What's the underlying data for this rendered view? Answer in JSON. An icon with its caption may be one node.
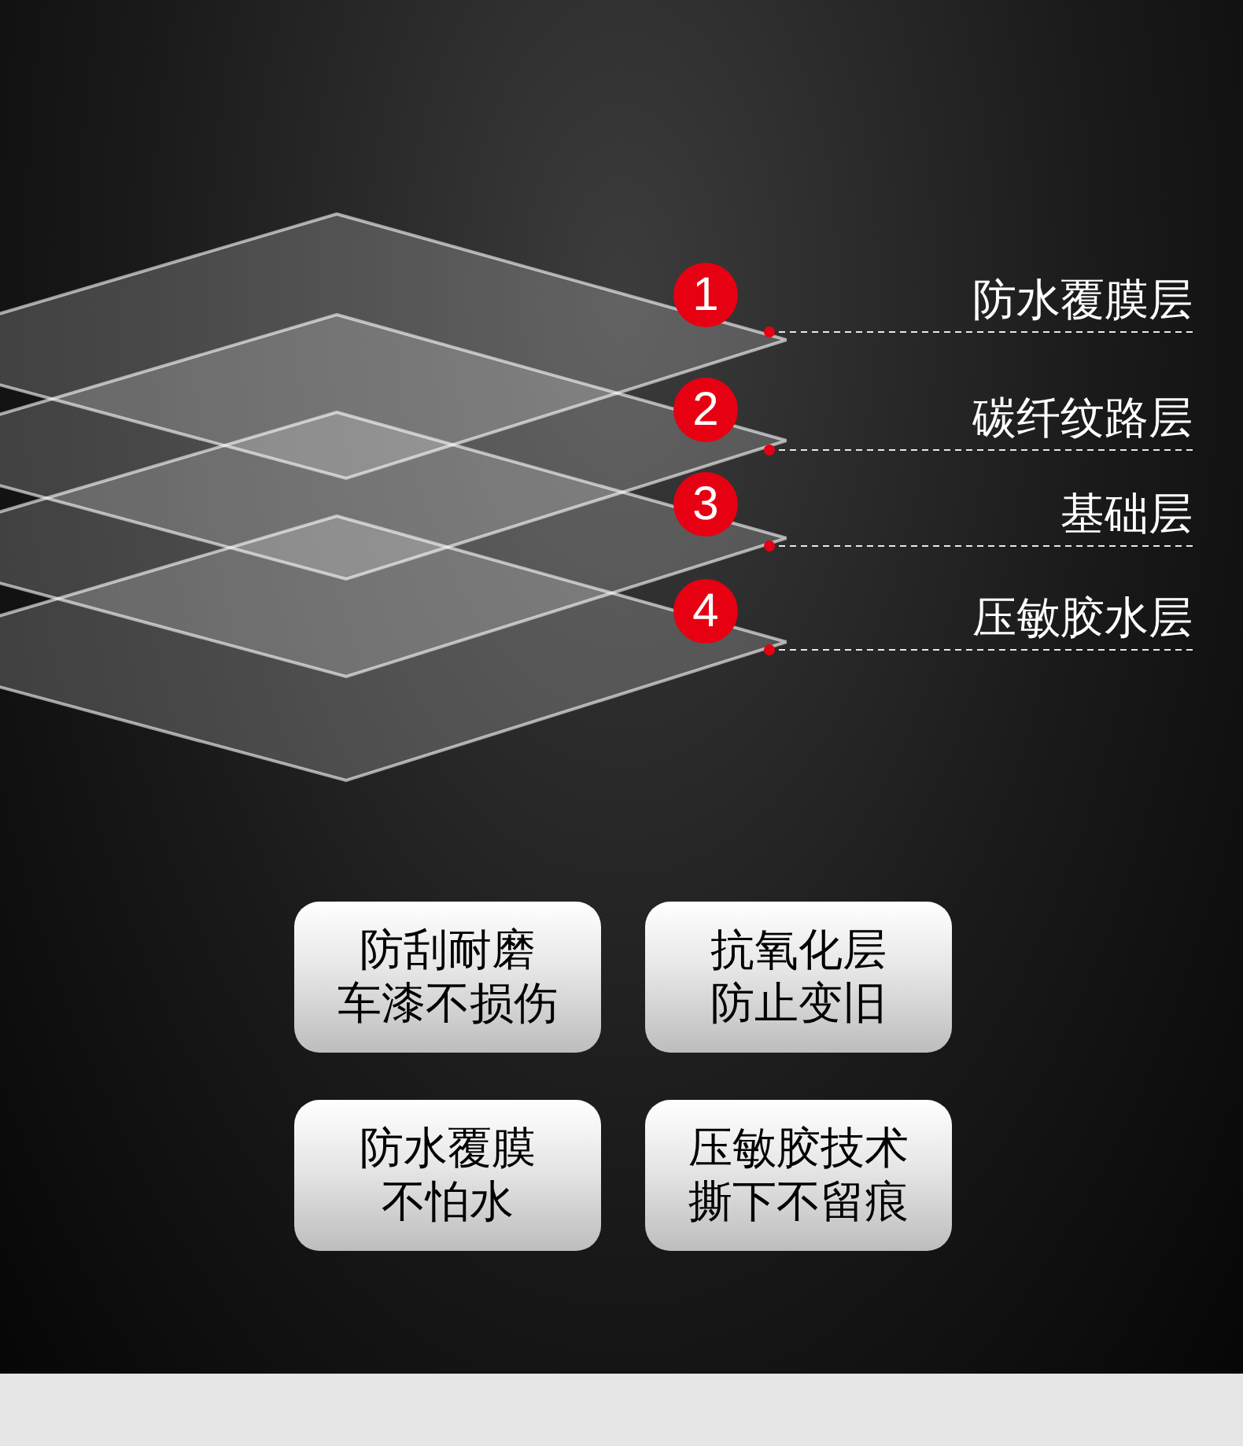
{
  "diagram": {
    "nodes": [
      {
        "text": [],
        "shape": "diamond"
      },
      {
        "text": [],
        "shape": "diamond"
      },
      {
        "text": [],
        "shape": "diamond"
      },
      {
        "text": [],
        "shape": "diamond"
      },
      {
        "text": [
          "1"
        ]
      },
      {
        "text": [
          "2"
        ]
      },
      {
        "text": [
          "3"
        ]
      },
      {
        "text": [
          "4"
        ]
      },
      {
        "text": [
          "防水覆膜层"
        ]
      },
      {
        "text": [
          "碳纤纹路层"
        ]
      },
      {
        "text": [
          "基础层"
        ]
      },
      {
        "text": [
          "压敏胶水层"
        ]
      },
      {
        "text": [
          "防刮耐磨",
          "车漆不损伤"
        ]
      },
      {
        "text": [
          "抗氧化层",
          "防止变旧"
        ]
      },
      {
        "text": [
          "防水覆膜",
          "不怕水"
        ]
      },
      {
        "text": [
          "压敏胶技术",
          "撕下不留痕"
        ]
      }
    ],
    "edges": [
      {
        "from": 8,
        "to": 0,
        "arrow": "other",
        "style": "dashed"
      },
      {
        "from": 9,
        "to": 1,
        "arrow": "other",
        "style": "dashed"
      },
      {
        "from": 10,
        "to": 2,
        "arrow": "other",
        "style": "dashed"
      },
      {
        "from": 11,
        "to": 3,
        "arrow": "other",
        "style": "dashed"
      }
    ]
  }
}
